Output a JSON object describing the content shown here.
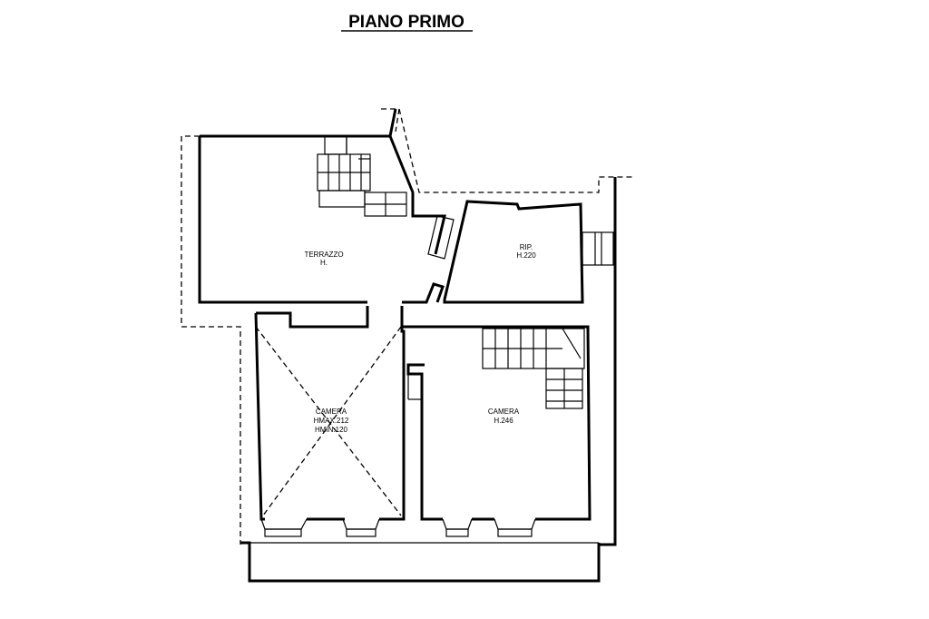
{
  "title": "PIANO PRIMO",
  "rooms": {
    "terrazzo": {
      "name": "TERRAZZO",
      "height": "H."
    },
    "rip": {
      "name": "RIP.",
      "height": "H.220"
    },
    "camera_left": {
      "name": "CAMERA",
      "hmax": "HMAX.212",
      "hmin": "HMIN.120"
    },
    "camera_right": {
      "name": "CAMERA",
      "height": "H.246"
    }
  }
}
